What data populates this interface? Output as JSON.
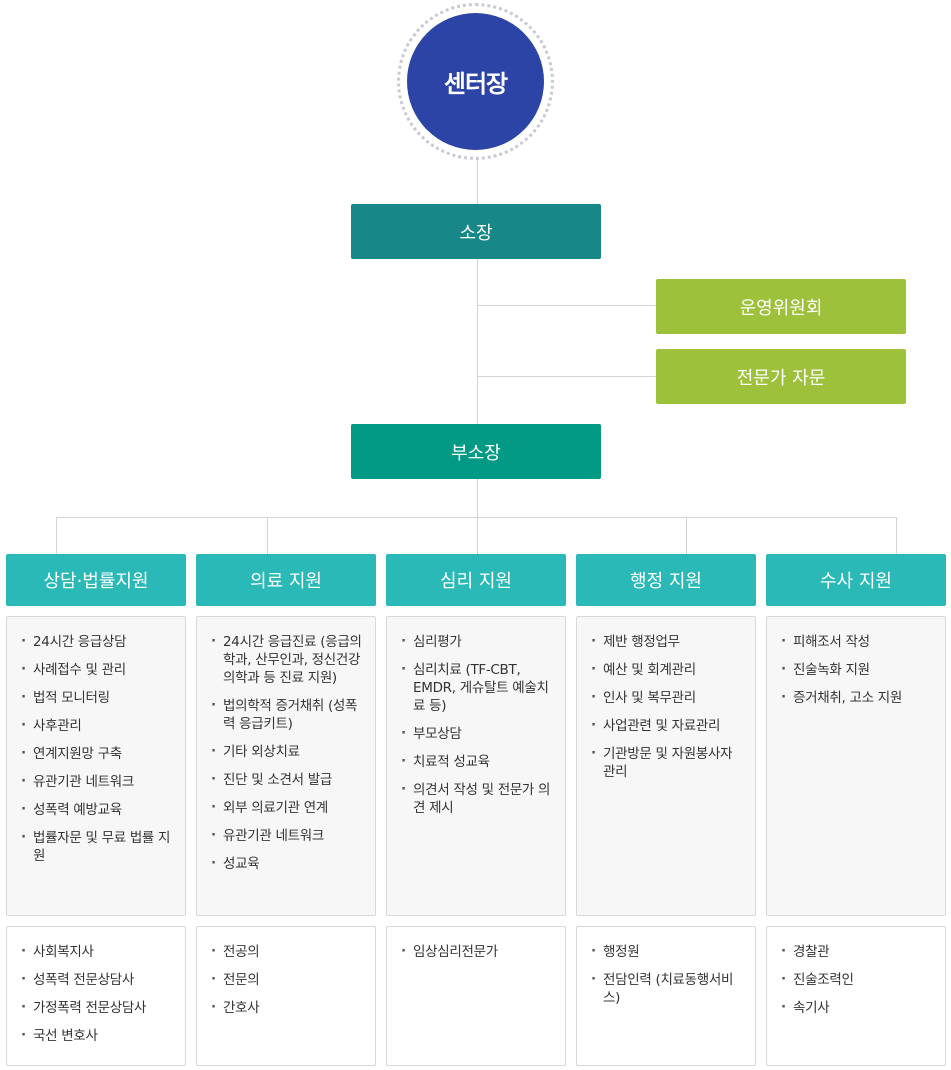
{
  "center": {
    "label": "센터장"
  },
  "director": {
    "label": "소장"
  },
  "committees": [
    {
      "label": "운영위원회"
    },
    {
      "label": "전문가 자문"
    }
  ],
  "vice_director": {
    "label": "부소장"
  },
  "departments": [
    {
      "name": "상담·법률지원",
      "duties": [
        "24시간 응급상담",
        "사례접수 및 관리",
        "법적 모니터링",
        "사후관리",
        "연계지원망 구축",
        "유관기관 네트워크",
        "성폭력 예방교육",
        "법률자문 및 무료 법률 지원"
      ],
      "staff": [
        "사회복지사",
        "성폭력 전문상담사",
        "가정폭력 전문상담사",
        "국선 변호사"
      ]
    },
    {
      "name": "의료 지원",
      "duties": [
        "24시간 응급진료 (응급의학과, 산무인과, 정신건강 의학과 등 진료 지원)",
        "법의학적 증거채취 (성폭력 응급키트)",
        "기타 외상치료",
        "진단 및 소견서 발급",
        "외부 의료기관 연계",
        "유관기관 네트워크",
        "성교육"
      ],
      "staff": [
        "전공의",
        "전문의",
        "간호사"
      ]
    },
    {
      "name": "심리 지원",
      "duties": [
        "심리평가",
        "심리치료 (TF-CBT, EMDR, 게슈탈트 예술치료 등)",
        "부모상담",
        "치료적 성교육",
        "의견서 작성 및 전문가 의견 제시"
      ],
      "staff": [
        "임상심리전문가"
      ]
    },
    {
      "name": "행정 지원",
      "duties": [
        "제반 행정업무",
        "예산 및 회계관리",
        "인사 및 복무관리",
        "사업관련 및 자료관리",
        "기관방문 및 자원봉사자 관리"
      ],
      "staff": [
        "행정원",
        "전담인력 (치료동행서비스)"
      ]
    },
    {
      "name": "수사 지원",
      "duties": [
        "피해조서 작성",
        "진술녹화 지원",
        "증거채취, 고소 지원"
      ],
      "staff": [
        "경찰관",
        "진술조력인",
        "속기사"
      ]
    }
  ],
  "colors": {
    "center": "#2b44a5",
    "director": "#178787",
    "vice_director": "#039a85",
    "committee": "#9dc13b",
    "department": "#2bb9b7"
  }
}
